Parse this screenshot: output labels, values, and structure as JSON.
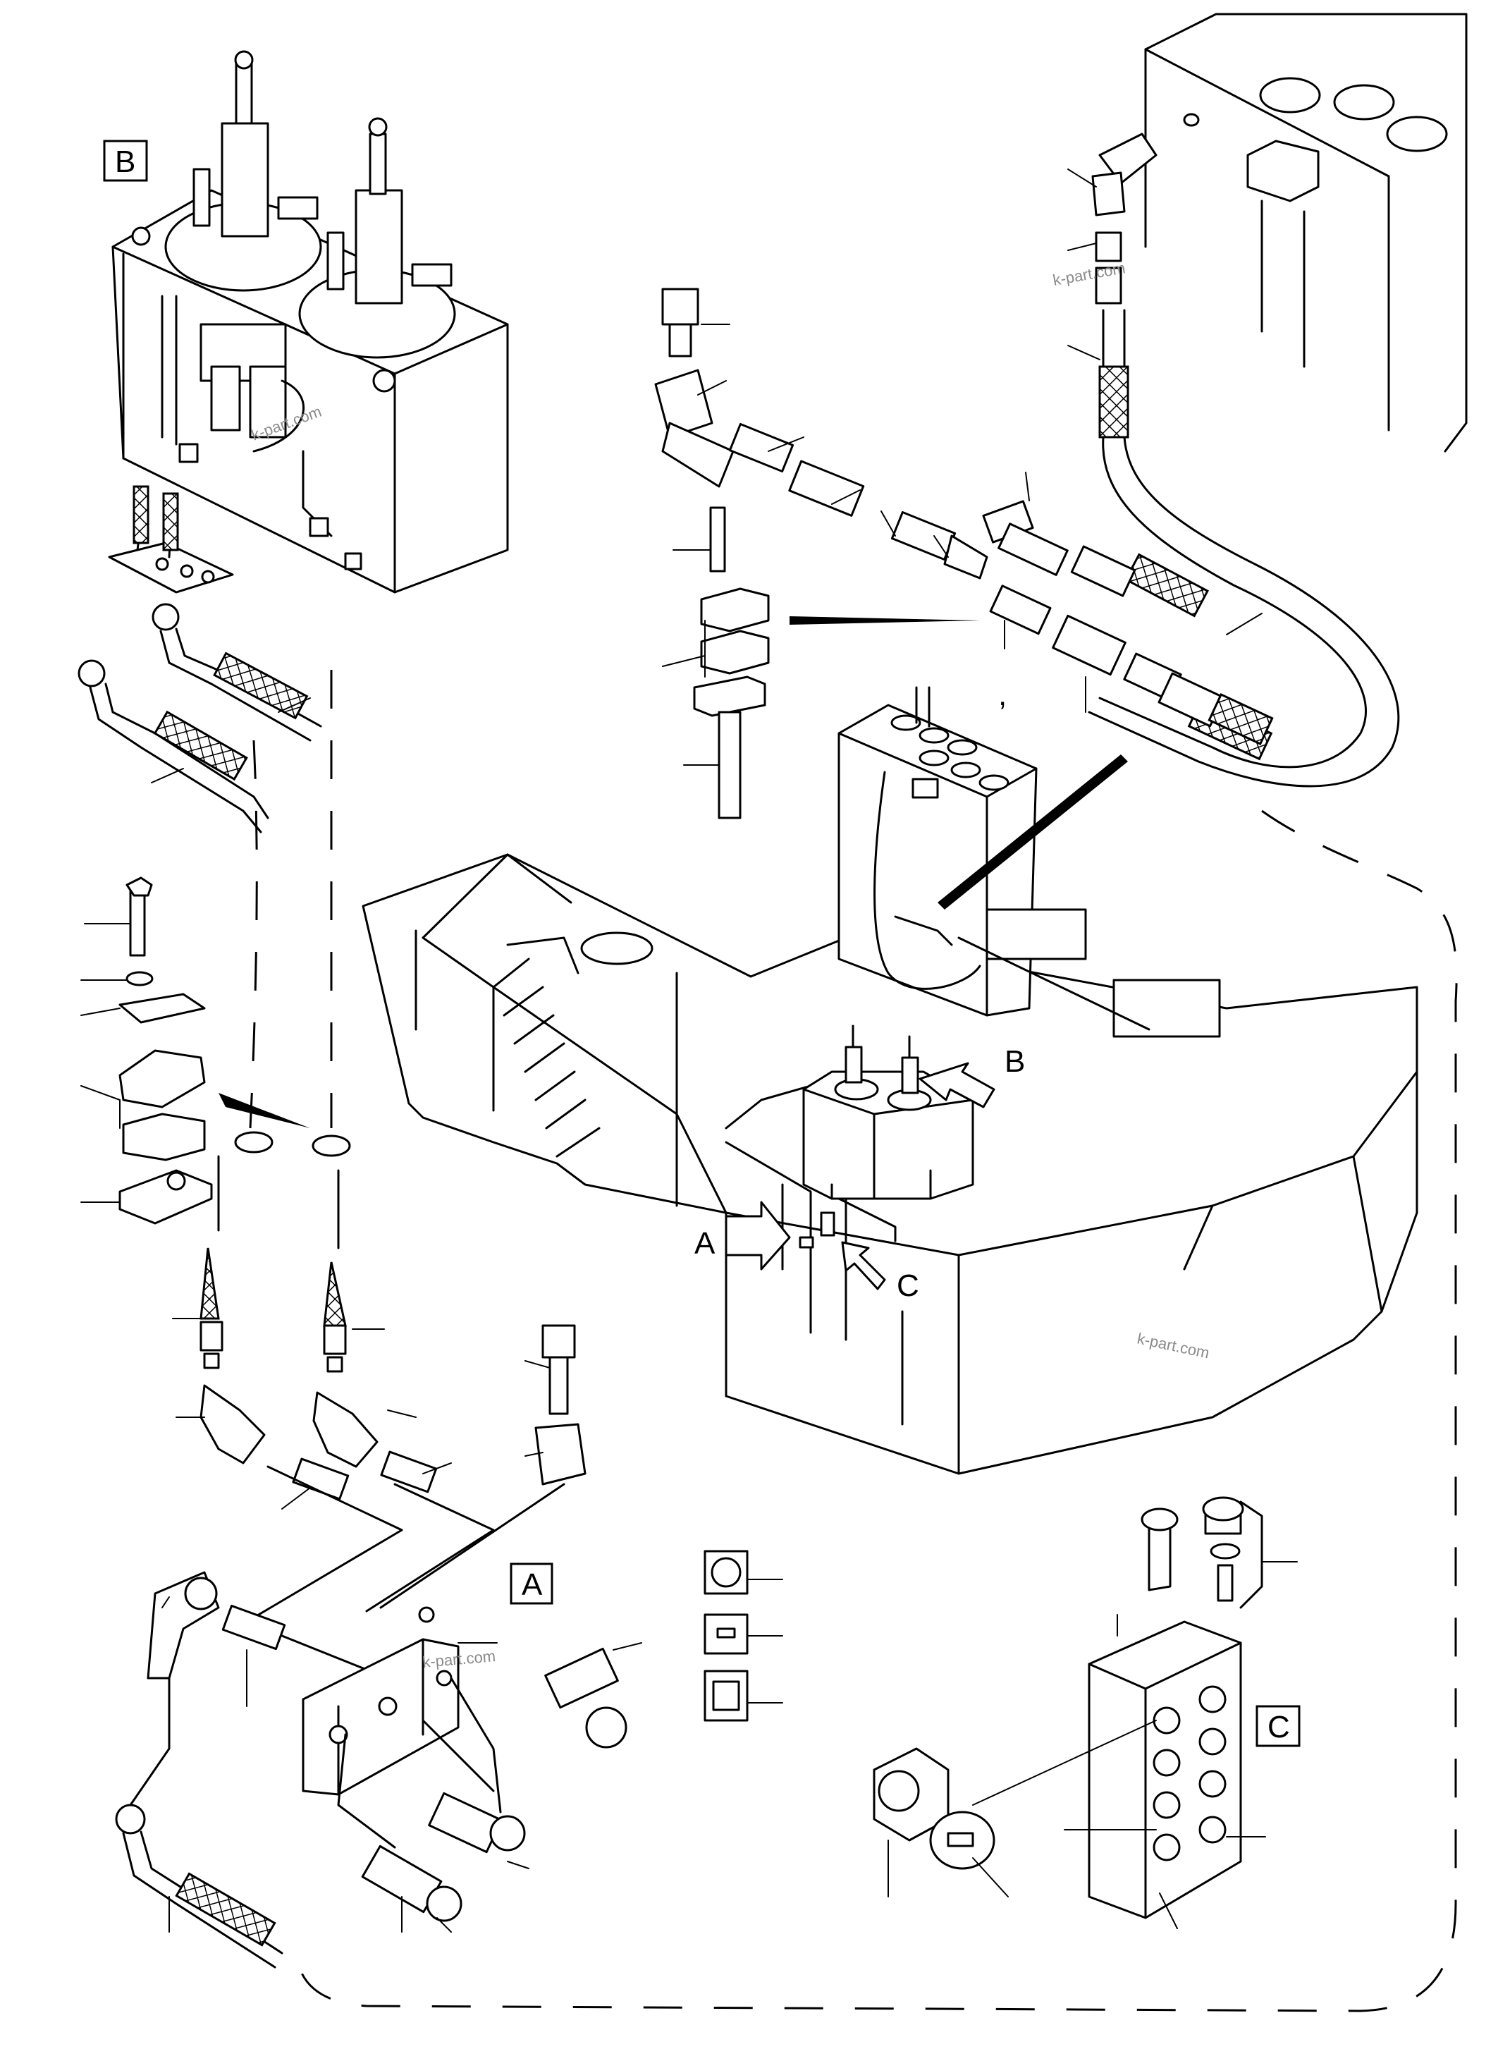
{
  "diagram": {
    "detail_labels": {
      "a": "A",
      "b": "B",
      "c": "C"
    },
    "view_arrows": {
      "a": "A",
      "b": "B",
      "c": "C"
    },
    "watermarks": [
      "k-part.com",
      "k-part.com",
      "k-part.com",
      "k-part.com"
    ],
    "stray_mark": ","
  }
}
